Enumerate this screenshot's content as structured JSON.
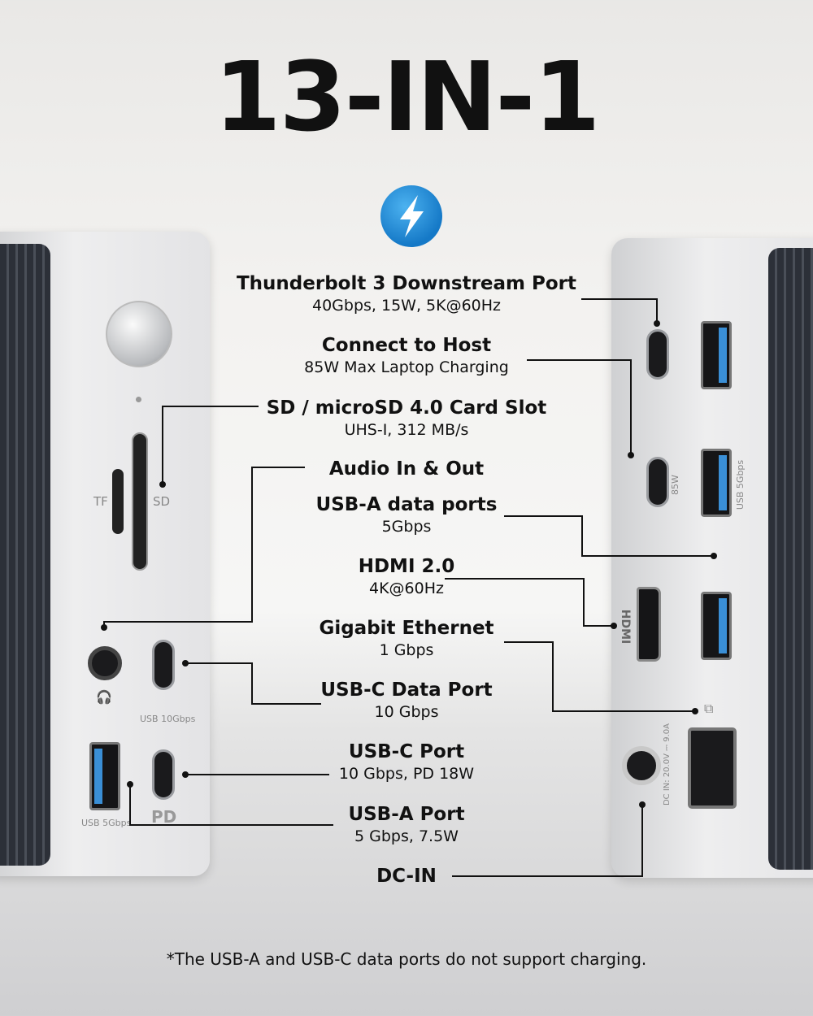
{
  "title": "13-IN-1",
  "logo_icon": "thunderbolt-icon",
  "accent": "#1a86d9",
  "labels": [
    {
      "heading": "Thunderbolt 3 Downstream Port",
      "sub": "40Gbps, 15W, 5K@60Hz"
    },
    {
      "heading": "Connect to Host",
      "sub": "85W Max Laptop Charging"
    },
    {
      "heading": "SD / microSD 4.0 Card Slot",
      "sub": "UHS-I, 312 MB/s"
    },
    {
      "heading": "Audio In & Out",
      "sub": ""
    },
    {
      "heading": "USB-A data ports",
      "sub": "5Gbps"
    },
    {
      "heading": "HDMI 2.0",
      "sub": "4K@60Hz"
    },
    {
      "heading": "Gigabit Ethernet",
      "sub": "1 Gbps"
    },
    {
      "heading": "USB-C Data Port",
      "sub": "10 Gbps"
    },
    {
      "heading": "USB-C Port",
      "sub": "10 Gbps, PD 18W"
    },
    {
      "heading": "USB-A Port",
      "sub": "5 Gbps, 7.5W"
    },
    {
      "heading": "DC-IN",
      "sub": ""
    }
  ],
  "device_marks": {
    "tf": "TF",
    "sd": "SD",
    "usb10": "USB 10Gbps",
    "pd": "PD",
    "usb5_left": "USB 5Gbps",
    "w85": "85W",
    "usb5_right": "USB 5Gbps",
    "hdmi": "HDMI",
    "dc": "DC IN: 20.0V ⎓ 9.0A"
  },
  "footnote": "*The USB-A and USB-C data ports do not support charging."
}
